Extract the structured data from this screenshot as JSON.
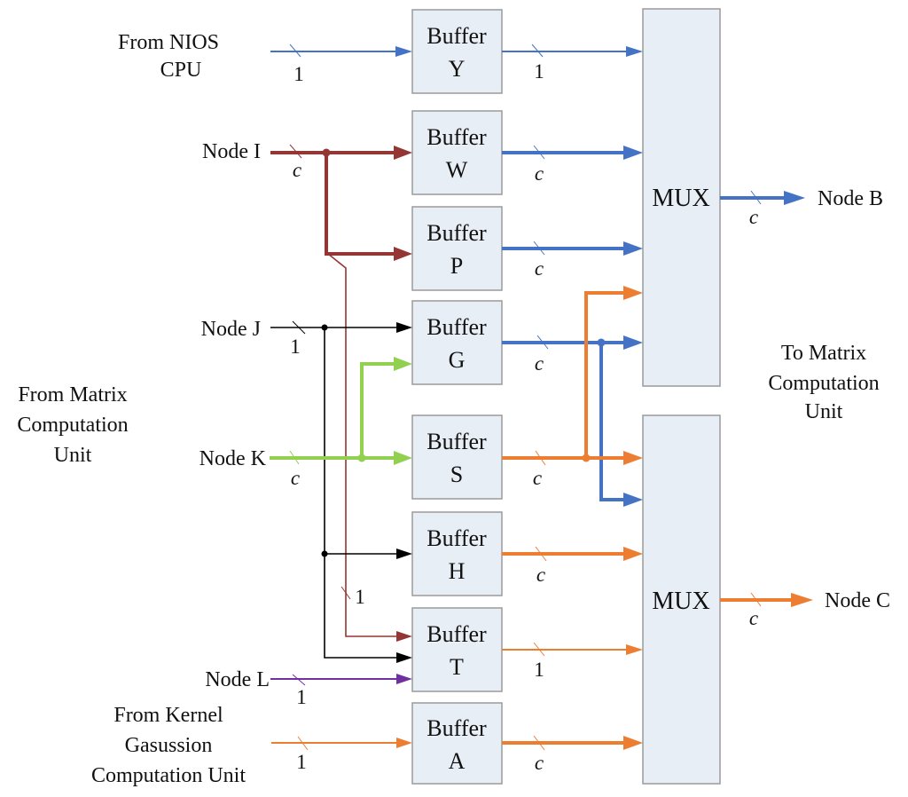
{
  "colors": {
    "blue": "#4472c4",
    "dark_red": "#943634",
    "black": "#000000",
    "green": "#92d050",
    "orange": "#ed7d31",
    "purple": "#7030a0",
    "box_fill": "#e8eef5"
  },
  "labels": {
    "from_nios": [
      "From NIOS",
      "CPU"
    ],
    "from_matrix": [
      "From Matrix",
      "Computation",
      "Unit"
    ],
    "from_kernel": [
      "From Kernel",
      "Gasussion",
      "Computation Unit"
    ],
    "to_matrix": [
      "To Matrix",
      "Computation",
      "Unit"
    ],
    "node_i": "Node I",
    "node_j": "Node J",
    "node_k": "Node K",
    "node_l": "Node L",
    "node_b": "Node B",
    "node_c": "Node C"
  },
  "buffers": [
    {
      "id": "Y",
      "line1": "Buffer",
      "line2": "Y",
      "out_width": "1"
    },
    {
      "id": "W",
      "line1": "Buffer",
      "line2": "W",
      "out_width": "c"
    },
    {
      "id": "P",
      "line1": "Buffer",
      "line2": "P",
      "out_width": "c"
    },
    {
      "id": "G",
      "line1": "Buffer",
      "line2": "G",
      "out_width": "c"
    },
    {
      "id": "S",
      "line1": "Buffer",
      "line2": "S",
      "out_width": "c"
    },
    {
      "id": "H",
      "line1": "Buffer",
      "line2": "H",
      "out_width": "c"
    },
    {
      "id": "T",
      "line1": "Buffer",
      "line2": "T",
      "out_width": "1"
    },
    {
      "id": "A",
      "line1": "Buffer",
      "line2": "A",
      "out_width": "c"
    }
  ],
  "muxes": [
    {
      "label": "MUX",
      "output": "Node B",
      "out_width": "c"
    },
    {
      "label": "MUX",
      "output": "Node C",
      "out_width": "c"
    }
  ],
  "input_widths": {
    "nios": "1",
    "node_i": "c",
    "node_j": "1",
    "node_k": "c",
    "node_l": "1",
    "kernel": "1",
    "node_i_to_t": "1"
  }
}
